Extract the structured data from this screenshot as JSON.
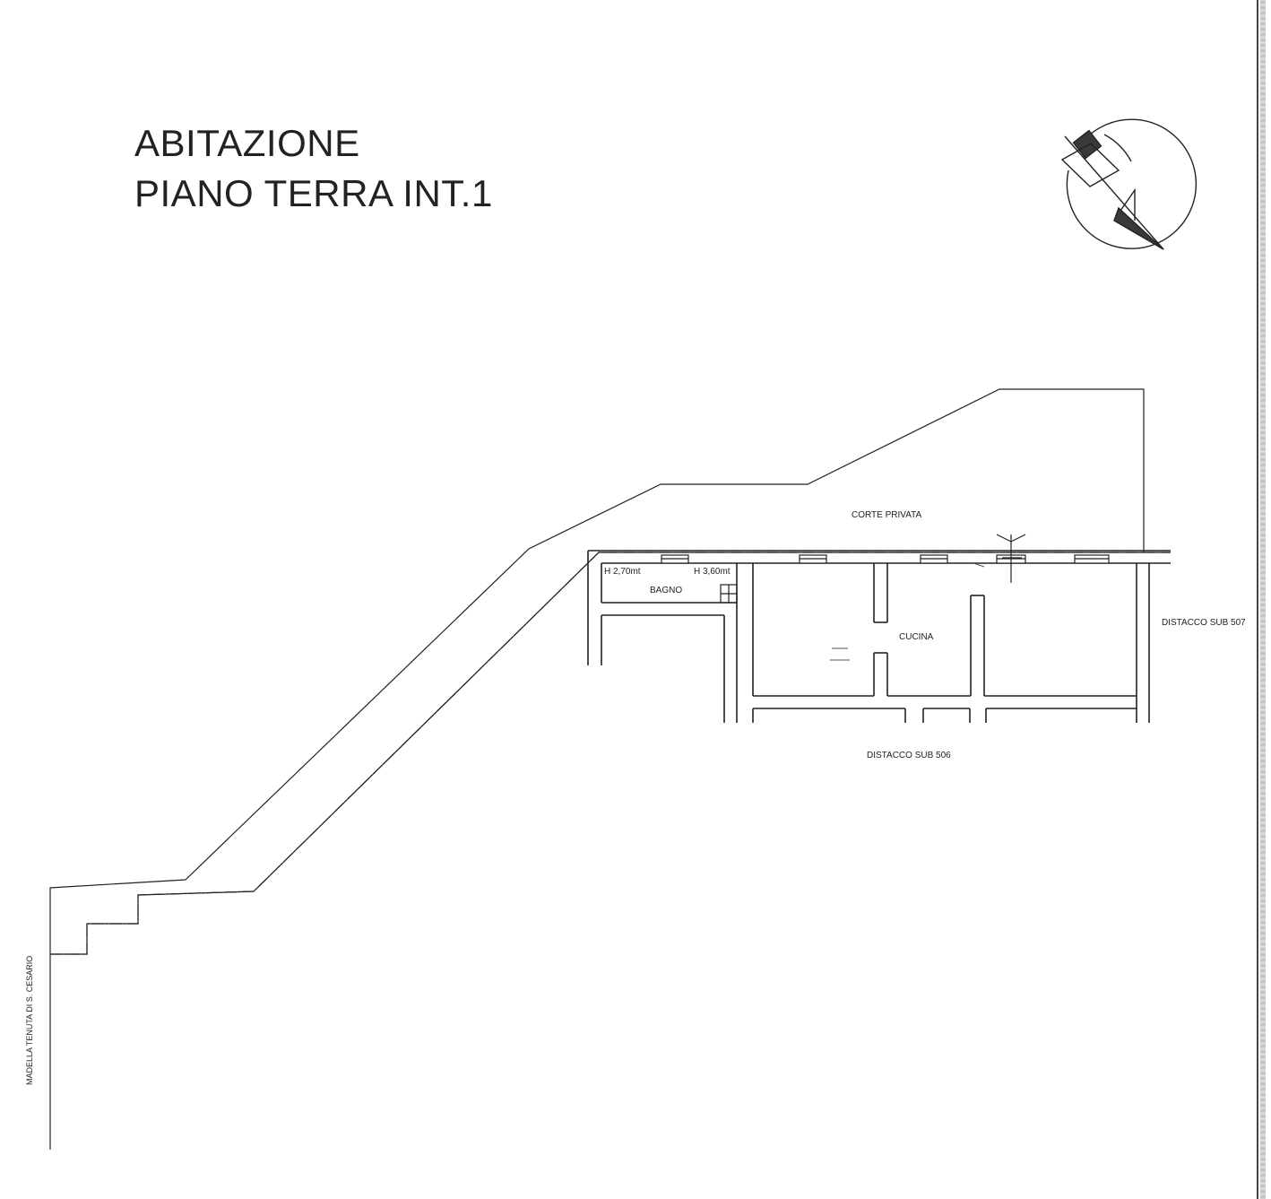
{
  "title": {
    "line1": "ABITAZIONE",
    "line2": "PIANO TERRA INT.1"
  },
  "labels": {
    "corte": "CORTE PRIVATA",
    "height_left": "H 2,70mt",
    "height_right": "H 3,60mt",
    "bagno": "BAGNO",
    "cucina": "CUCINA",
    "distacco_507": "DISTACCO SUB 507",
    "distacco_506": "DISTACCO SUB 506",
    "vertical_side": "MADELLA TENUTA DI S. CESARIO"
  },
  "icons": {
    "north_arrow": "compass-north-arrow-icon"
  }
}
